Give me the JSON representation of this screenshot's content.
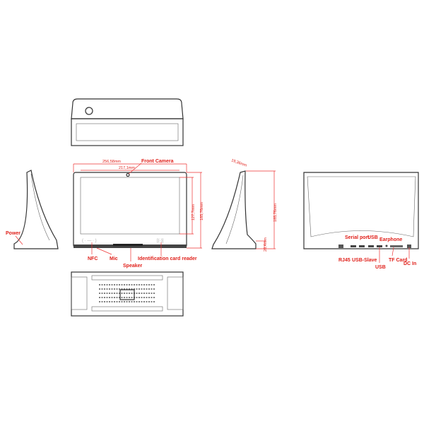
{
  "dimensions": {
    "outer_width": "256,58mm",
    "screen_width": "217,1mm",
    "screen_height": "127,7mm",
    "outer_height": "185,76mm",
    "side_depth": "19,36mm",
    "side_height": "185,76mm",
    "base_height": "20,4mm"
  },
  "labels": {
    "front_camera": "Front Camera",
    "power": "Power",
    "nfc": "NFC",
    "mic": "Mic",
    "speaker": "Speaker",
    "id_reader": "Identification card reader",
    "serial_port": "Serial port",
    "usb_top": "USB",
    "earphone": "Earphone",
    "rj45": "RJ45",
    "usb_slave": "USB-Slave",
    "usb_bottom": "USB",
    "tf_card": "TF Card",
    "dc_in": "DC In"
  }
}
